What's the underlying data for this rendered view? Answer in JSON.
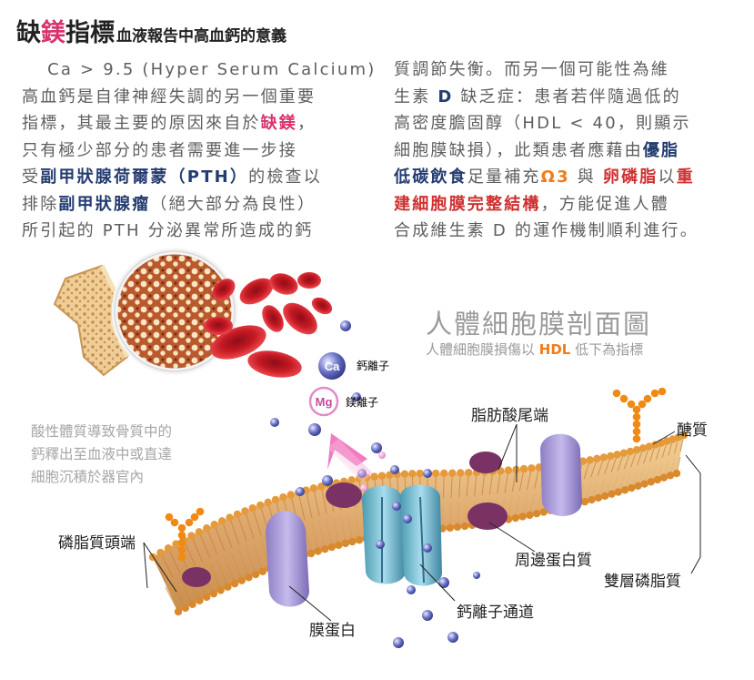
{
  "title": {
    "part1": "缺",
    "part2": "鎂",
    "part3": "指標",
    "subtitle": "血液報告中高血鈣的意義"
  },
  "left_column": [
    [
      {
        "t": "　 Ca > 9.5 (Hyper Serum Calcium)"
      }
    ],
    [
      {
        "t": "高血鈣是自律神經失調的另一個重要"
      }
    ],
    [
      {
        "t": "指標，其最主要的原因來自於"
      },
      {
        "t": "缺鎂",
        "s": "hp"
      },
      {
        "t": "，"
      }
    ],
    [
      {
        "t": "只有極少部分的患者需要進一步接"
      }
    ],
    [
      {
        "t": "受"
      },
      {
        "t": "副甲狀腺荷爾蒙（PTH）",
        "s": "hb"
      },
      {
        "t": "的檢查以"
      }
    ],
    [
      {
        "t": "排除"
      },
      {
        "t": "副甲狀腺瘤",
        "s": "hb"
      },
      {
        "t": "（絕大部分為良性）"
      }
    ],
    [
      {
        "t": "所引起的 PTH 分泌異常所造成的鈣"
      }
    ]
  ],
  "right_column": [
    [
      {
        "t": "質調節失衡。而另一個可能性為維"
      }
    ],
    [
      {
        "t": "生素 "
      },
      {
        "t": "D",
        "s": "hb"
      },
      {
        "t": " 缺乏症：患者若伴隨過低的"
      }
    ],
    [
      {
        "t": "高密度膽固醇（HDL < 40，則顯示"
      }
    ],
    [
      {
        "t": "細胞膜缺損），此類患者應藉由"
      },
      {
        "t": "優脂",
        "s": "hb"
      }
    ],
    [
      {
        "t": "低碳飲食",
        "s": "hb"
      },
      {
        "t": "足量補充"
      },
      {
        "t": "Ω3",
        "s": "ho"
      },
      {
        "t": " 與 "
      },
      {
        "t": "卵磷脂",
        "s": "hr"
      },
      {
        "t": "以"
      },
      {
        "t": "重",
        "s": "hr"
      }
    ],
    [
      {
        "t": "建細胞膜完整結構",
        "s": "hr"
      },
      {
        "t": "，方能促進人體"
      }
    ],
    [
      {
        "t": "合成維生素 D 的運作機制順利進行。"
      }
    ]
  ],
  "diagram": {
    "title": "人體細胞膜剖面圖",
    "subtitle_pre": "人體細胞膜損傷以 ",
    "subtitle_hdl": "HDL",
    "subtitle_post": " 低下為指標",
    "acid_note": [
      "酸性體質導致骨質中的",
      "鈣釋出至血液中或直達",
      "細胞沉積於器官內"
    ],
    "ca_symbol": "Ca",
    "ca_label": "鈣離子",
    "mg_symbol": "Mg",
    "mg_label": "鎂離子",
    "labels": {
      "fatty_tail": "脂肪酸尾端",
      "glycolipid": "醣質",
      "phospholipid_head": "磷脂質頭端",
      "peripheral_protein": "周邊蛋白質",
      "bilayer": "雙層磷脂質",
      "calcium_channel": "鈣離子通道",
      "membrane_protein": "膜蛋白"
    }
  },
  "colors": {
    "title_magenta": "#d8336e",
    "text_blue": "#243c70",
    "text_red": "#d03030",
    "text_orange": "#f07c1a",
    "membrane_tan": "#e2ad6b",
    "head_orange": "#e59a3c",
    "calcium_ion": "#6870c4",
    "magnesium_ion": "#e38ac8",
    "red_cell": "#d8242c"
  }
}
